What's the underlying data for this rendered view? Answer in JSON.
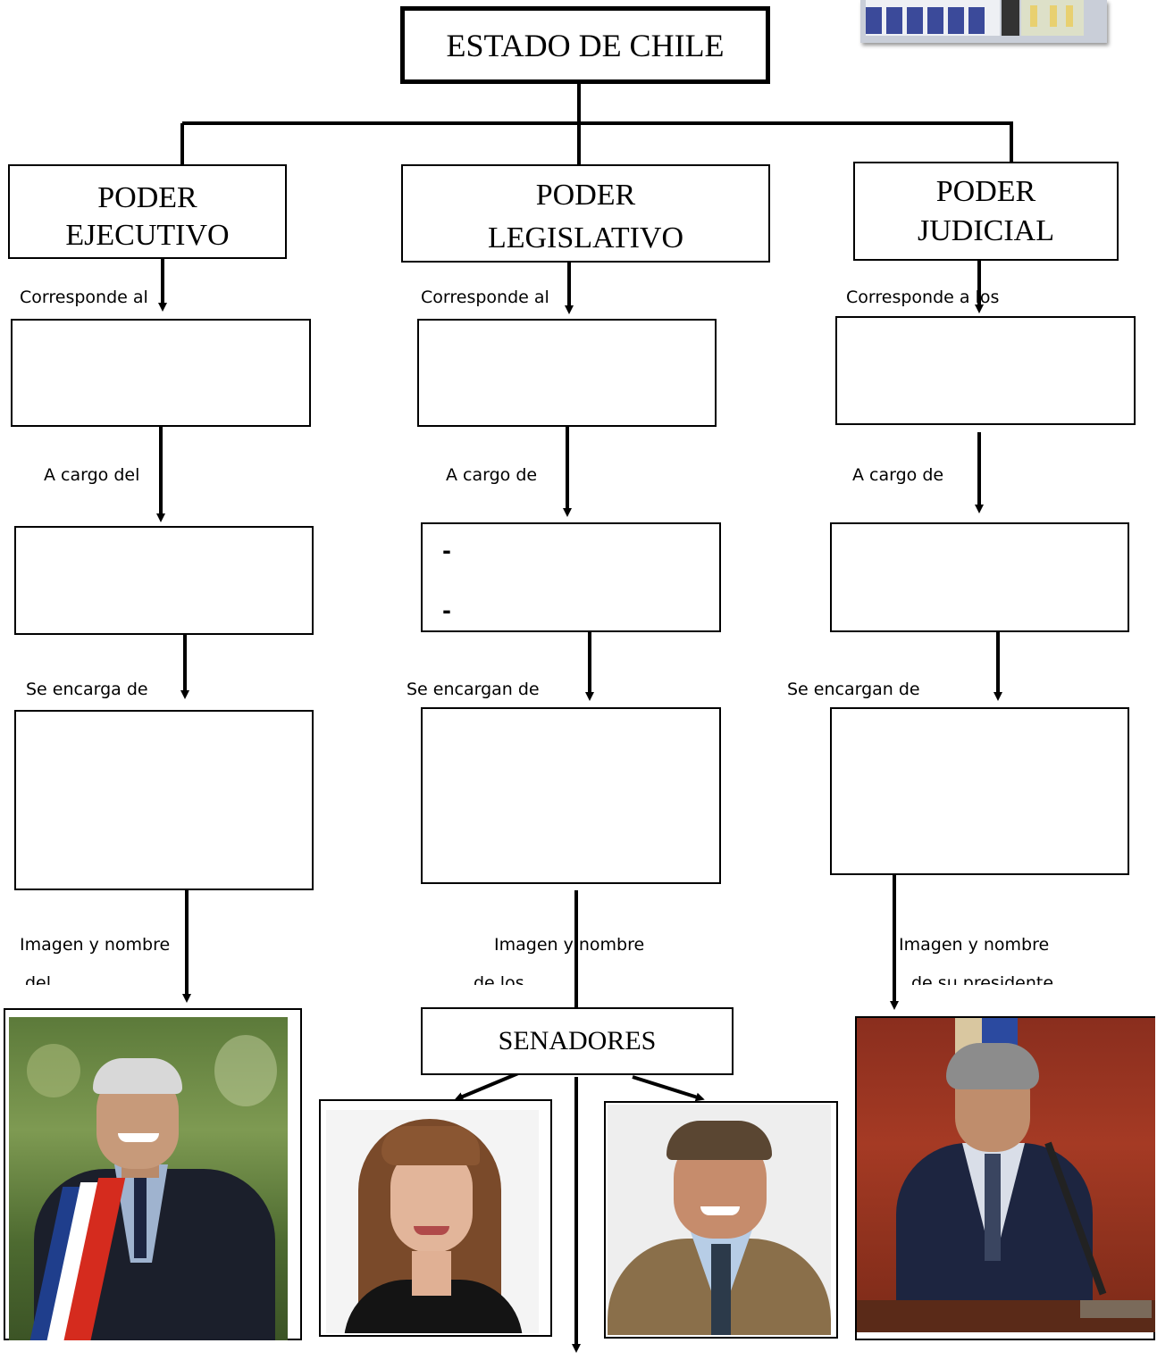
{
  "diagram": {
    "root": {
      "label": "ESTADO DE CHILE"
    },
    "branches": [
      {
        "id": "ejecutivo",
        "title": [
          "PODER",
          "EJECUTIVO"
        ],
        "label_corresponde": "Corresponde al",
        "label_cargo": "A cargo del",
        "label_encarga": "Se encarga de",
        "label_imagen": "Imagen y nombre",
        "label_imagen_cut": "del"
      },
      {
        "id": "legislativo",
        "title": [
          "PODER",
          "LEGISLATIVO"
        ],
        "label_corresponde": "Corresponde al",
        "label_cargo": "A cargo de",
        "label_encarga": "Se encargan de",
        "label_imagen": "Imagen y nombre",
        "label_imagen_cut": "de los",
        "cargo_bullets": [
          "-",
          "-"
        ],
        "sub_node": "SENADORES"
      },
      {
        "id": "judicial",
        "title": [
          "PODER",
          "JUDICIAL"
        ],
        "label_corresponde": "Corresponde a los",
        "label_cargo": "A cargo de",
        "label_encarga": "Se encargan de",
        "label_imagen": "Imagen y nombre",
        "label_imagen_cut": "de su presidente"
      }
    ]
  },
  "images": {
    "corner_illustration": "congress-chamber-illustration",
    "president": "president-portrait-with-sash",
    "senator_woman": "senator-woman-portrait",
    "senator_man": "senator-man-portrait",
    "supreme_court_president": "judge-at-podium-portrait"
  },
  "colors": {
    "line": "#000000",
    "sash_red": "#d52b1e",
    "sash_blue": "#1f3e8c",
    "flag_blue": "#2b4aa0"
  }
}
